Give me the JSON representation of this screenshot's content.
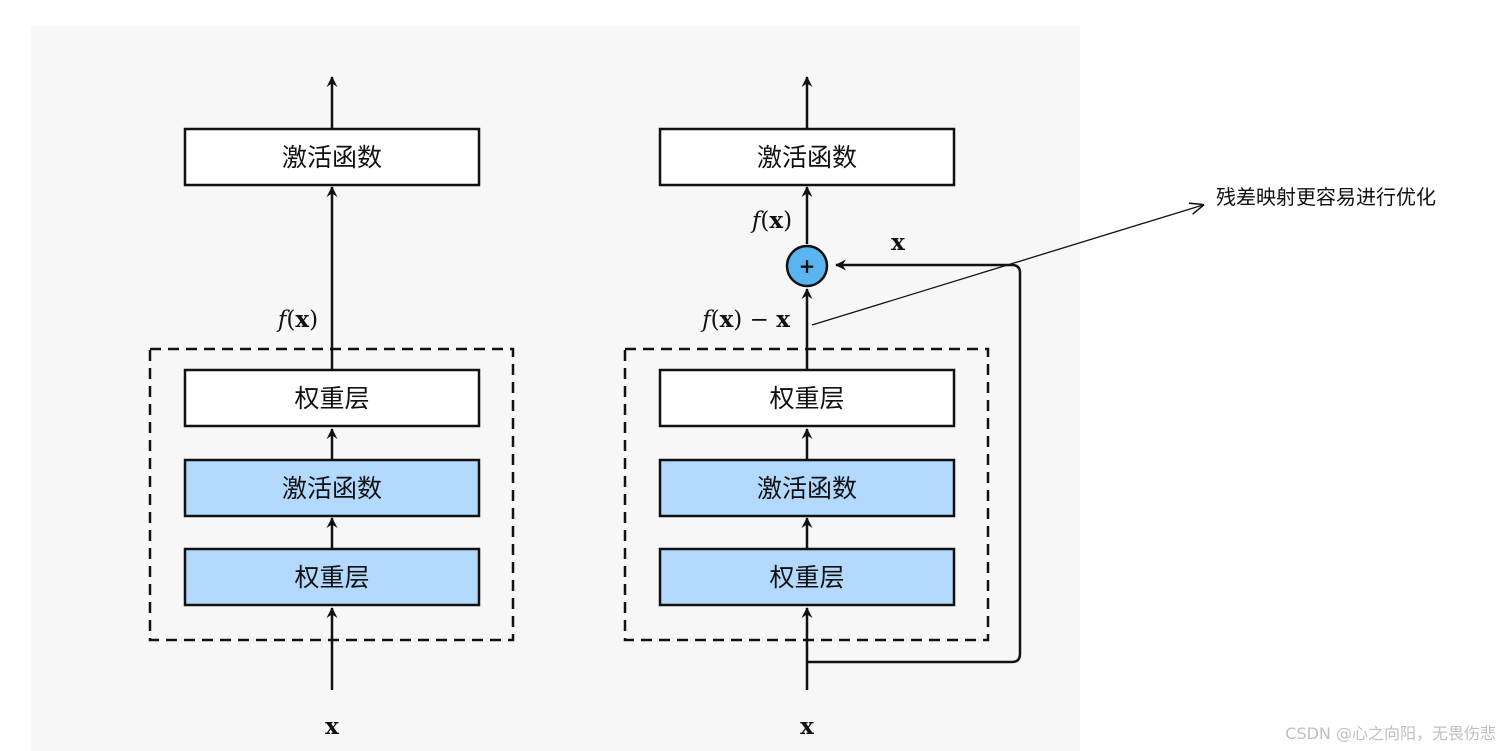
{
  "colors": {
    "panel_background": "#f7f7f7",
    "box_plain_fill": "#ffffff",
    "box_highlight_fill": "#b3d9ff",
    "adder_fill": "#5ab4f0",
    "stroke": "#111111",
    "watermark": "#bfbfbf"
  },
  "left_block": {
    "input_label": "x",
    "weight_layer_bottom": "权重层",
    "activation_middle": "激活函数",
    "weight_layer_top": "权重层",
    "output_label": {
      "func": "f",
      "open": "(",
      "arg": "x",
      "close": ")"
    },
    "activation_top": "激活函数"
  },
  "right_block": {
    "input_label": "x",
    "weight_layer_bottom": "权重层",
    "activation_middle": "激活函数",
    "weight_layer_top": "权重层",
    "residual_label": {
      "func": "f",
      "open": "(",
      "arg": "x",
      "close": ")",
      "op": " − ",
      "arg2": "x"
    },
    "adder_symbol": "+",
    "shortcut_label": "x",
    "sum_label": {
      "func": "f",
      "open": "(",
      "arg": "x",
      "close": ")"
    },
    "activation_top": "激活函数"
  },
  "annotation": {
    "text": "残差映射更容易进行优化"
  },
  "watermark": "CSDN @心之向阳，无畏伤悲"
}
